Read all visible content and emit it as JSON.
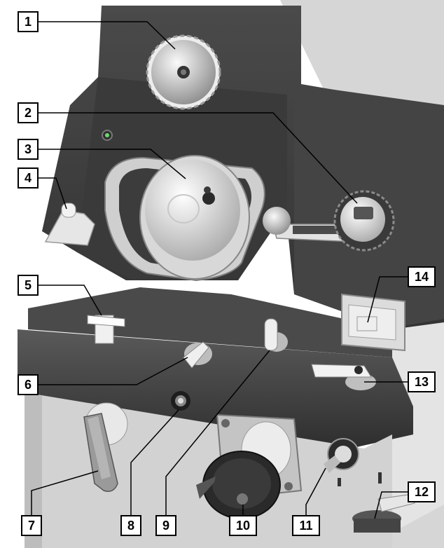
{
  "callouts": {
    "c1": "1",
    "c2": "2",
    "c3": "3",
    "c4": "4",
    "c5": "5",
    "c6": "6",
    "c7": "7",
    "c8": "8",
    "c9": "9",
    "c10": "10",
    "c11": "11",
    "c12": "12",
    "c13": "13",
    "c14": "14"
  },
  "colors": {
    "panel_dark": "#3d3d3d",
    "panel_mid": "#555555",
    "body_light": "#cfcfcf",
    "part_white": "#e8e8e8",
    "label_border": "#000000"
  }
}
